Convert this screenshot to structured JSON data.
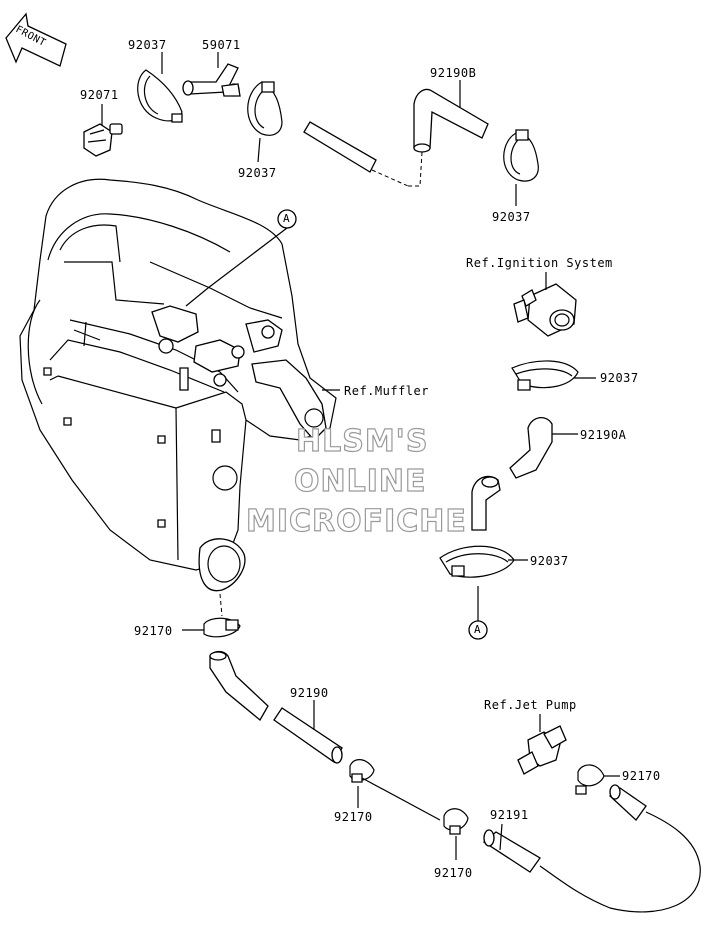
{
  "labels": {
    "front": "FRONT",
    "p92037_a": "92037",
    "p59071": "59071",
    "p92071": "92071",
    "p92037_b": "92037",
    "p92190B": "92190B",
    "p92037_c": "92037",
    "refA_top": "A",
    "ref_ignition": "Ref.Ignition System",
    "ref_muffler": "Ref.Muffler",
    "p92037_d": "92037",
    "p92190A": "92190A",
    "p92037_e": "92037",
    "refA_bottom": "A",
    "p92170_a": "92170",
    "p92190": "92190",
    "ref_jet_pump": "Ref.Jet Pump",
    "p92170_b": "92170",
    "p92170_c": "92170",
    "p92191": "92191",
    "p92170_d": "92170"
  },
  "watermark": [
    "HLSM'S",
    "ONLINE",
    "MICROFICHE"
  ]
}
